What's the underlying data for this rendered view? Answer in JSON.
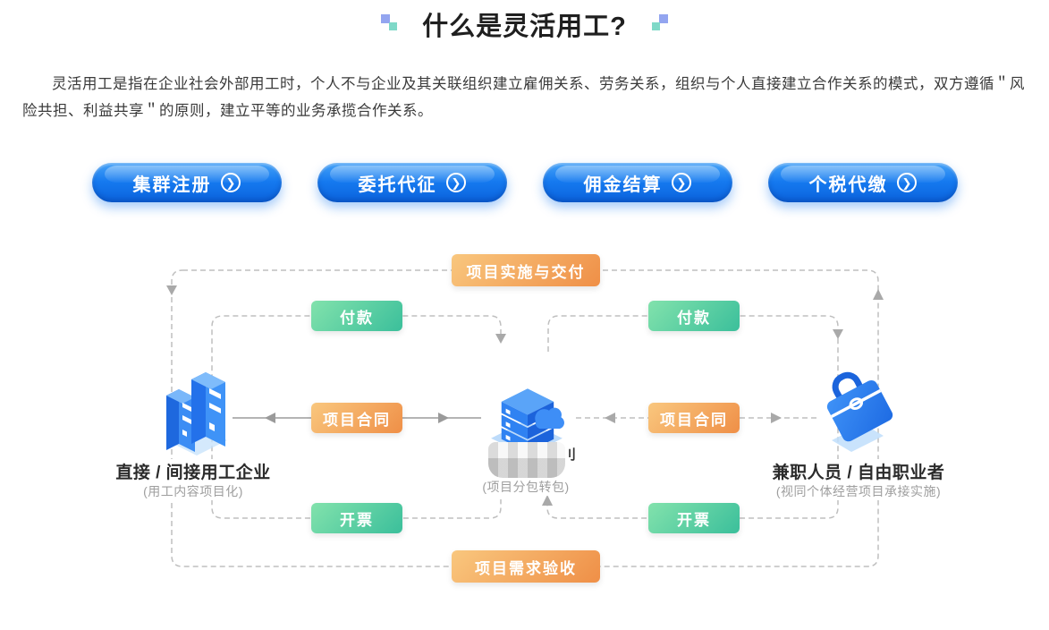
{
  "header": {
    "title": "什么是灵活用工?"
  },
  "intro": {
    "text": "灵活用工是指在企业社会外部用工时，个人不与企业及其关联组织建立雇佣关系、劳务关系，组织与个人直接建立合作关系的模式，双方遵循＂风险共担、利益共享＂的原则，建立平等的业务承揽合作关系。"
  },
  "buttons": [
    {
      "label": "集群注册"
    },
    {
      "label": "委托代征"
    },
    {
      "label": "佣金结算"
    },
    {
      "label": "个税代缴"
    }
  ],
  "diagram": {
    "labels": {
      "top": "项目实施与交付",
      "payment": "付款",
      "contract": "项目合同",
      "invoice": "开票",
      "bottom": "项目需求验收"
    },
    "entities": {
      "left": {
        "name": "直接 / 间接用工企业",
        "sub": "(用工内容项目化)",
        "icon": "office-buildings-3d"
      },
      "center": {
        "censored_fragment": "刂",
        "sub": "(项目分包转包)",
        "icon": "cloud-server-3d"
      },
      "right": {
        "name": "兼职人员 / 自由职业者",
        "sub": "(视同个体经营项目承接实施)",
        "icon": "briefcase-3d"
      }
    }
  },
  "colors": {
    "button_blue": "#0e6fe4",
    "chip_orange": "#f0914a",
    "chip_green": "#3fc29b",
    "line_gray": "#bdbdbd",
    "deco_lavender": "#93a5f0",
    "deco_teal": "#7fd9c8"
  }
}
